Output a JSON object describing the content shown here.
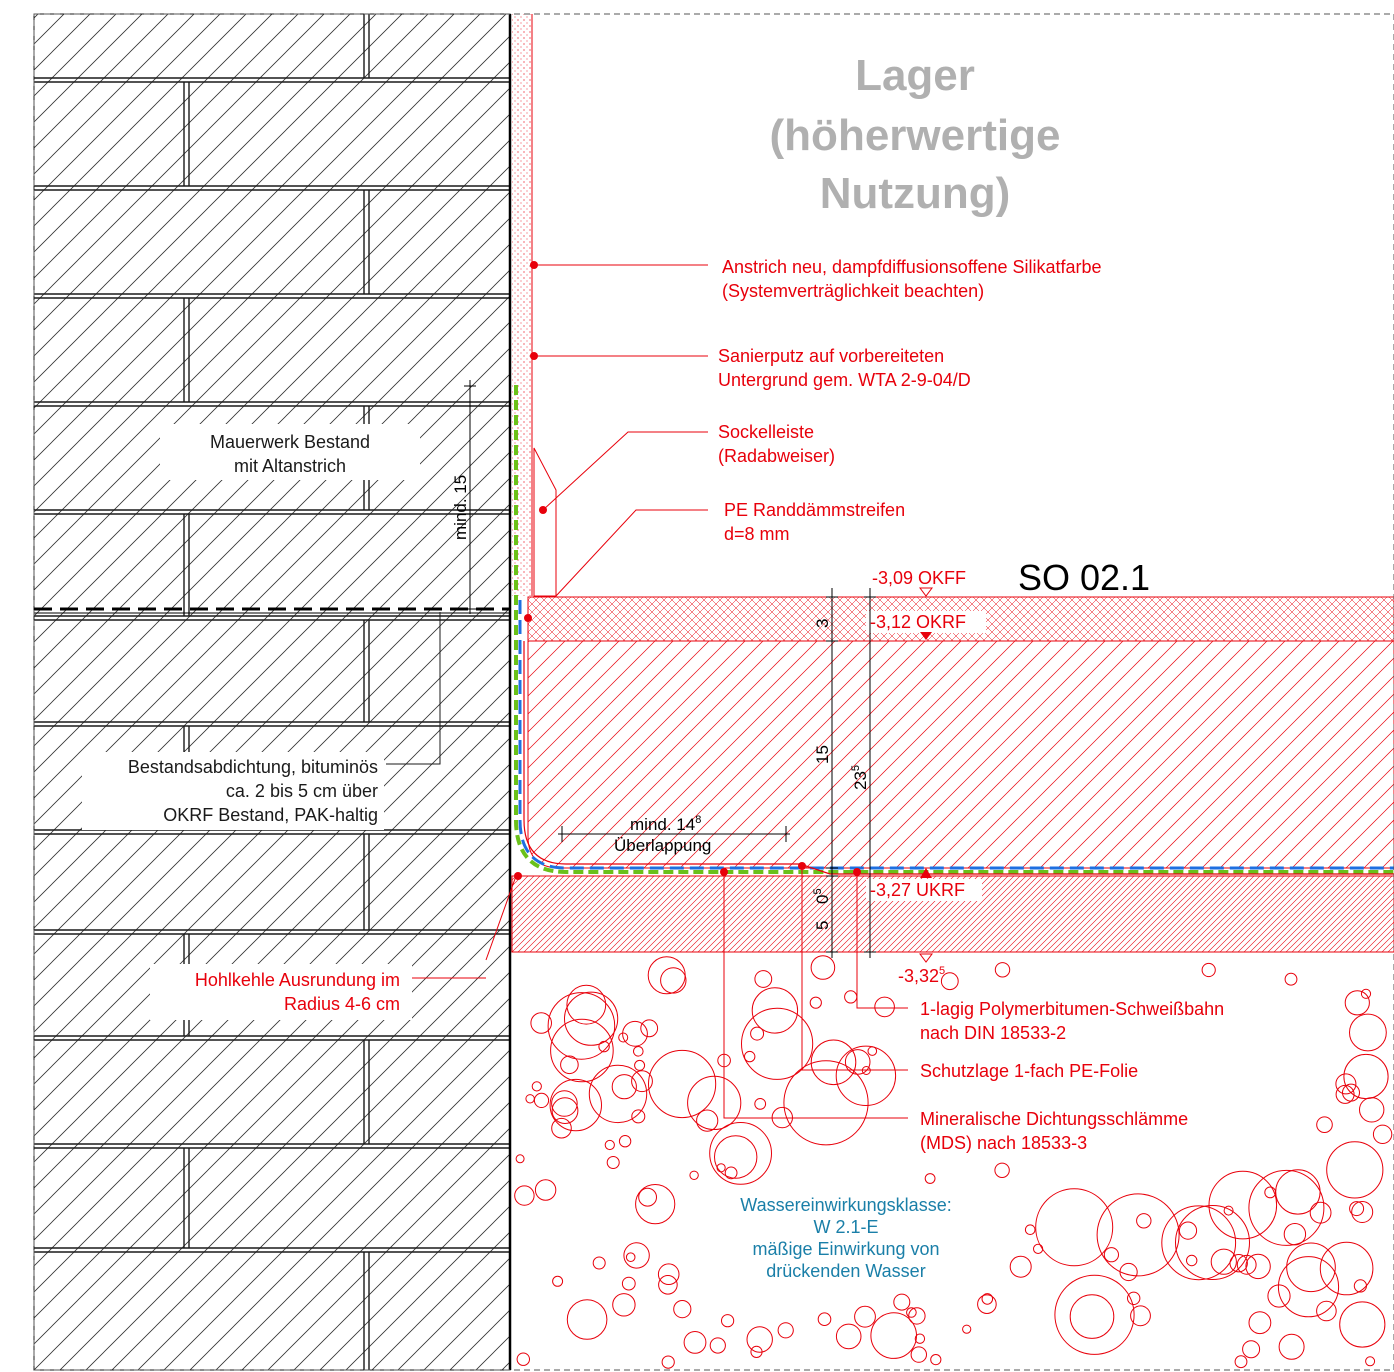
{
  "room_label": [
    "Lager",
    "(höherwertige",
    "Nutzung)"
  ],
  "section_id": "SO 02.1",
  "levels": {
    "okff": "-3,09 OKFF",
    "okrf": "-3,12 OKRF",
    "ukrf": "-3,27 UKRF",
    "bottom_main": "-3,32",
    "bottom_sup": "5"
  },
  "annotations_right": [
    [
      "Anstrich neu, dampfdiffusionsoffene Silikatfarbe",
      "(Systemverträglichkeit beachten)"
    ],
    [
      "Sanierputz auf vorbereiteten",
      "Untergrund gem. WTA 2-9-04/D"
    ],
    [
      "Sockelleiste",
      "(Radabweiser)"
    ],
    [
      "PE Randdämmstreifen",
      "d=8 mm"
    ],
    [
      "1-lagig Polymerbitumen-Schweißbahn",
      "nach DIN 18533-2"
    ],
    [
      "Schutzlage 1-fach PE-Folie"
    ],
    [
      "Mineralische Dichtungsschlämme",
      "(MDS) nach 18533-3"
    ]
  ],
  "annotations_left": {
    "masonry": [
      "Mauerwerk Bestand",
      "mit Altanstrich"
    ],
    "existing_seal": [
      "Bestandsabdichtung, bituminös",
      "ca. 2 bis 5 cm über",
      "OKRF Bestand, PAK-haltig"
    ],
    "cove": [
      "Hohlkehle Ausrundung im",
      "Radius 4-6 cm"
    ]
  },
  "water_class": [
    "Wassereinwirkungsklasse:",
    "W 2.1-E",
    "mäßige Einwirkung von",
    "drückenden Wasser"
  ],
  "dimensions": {
    "min_height": "mind. 15",
    "overlap_main": "mind. 14",
    "overlap_sup": "8",
    "overlap_label": "Überlappung",
    "screed": "3",
    "slab": "15",
    "total_main": "23",
    "total_sup": "5",
    "base_main": "5",
    "base_small_main": "0",
    "base_small_sup": "5"
  },
  "colors": {
    "annotation": "#e8000b",
    "masonry_line": "#1a1a1a",
    "room_label": "#b0b0b0",
    "water_class": "#1a7fa8",
    "membrane_blue": "#1e6fe0",
    "mds_green": "#6ac11a"
  }
}
